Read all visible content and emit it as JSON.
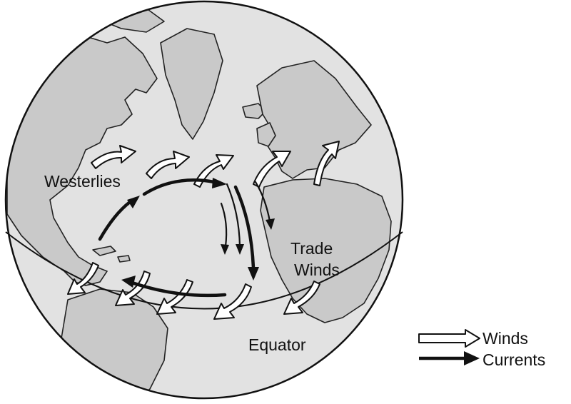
{
  "labels": {
    "westerlies": "Westerlies",
    "trade_line1": "Trade",
    "trade_line2": "Winds",
    "equator": "Equator"
  },
  "legend": {
    "winds": "Winds",
    "currents": "Currents"
  },
  "colors": {
    "land": "#c9c9c9",
    "ocean": "#e2e2e2",
    "outline": "#111111",
    "wind_fill": "#ffffff",
    "current": "#111111"
  }
}
